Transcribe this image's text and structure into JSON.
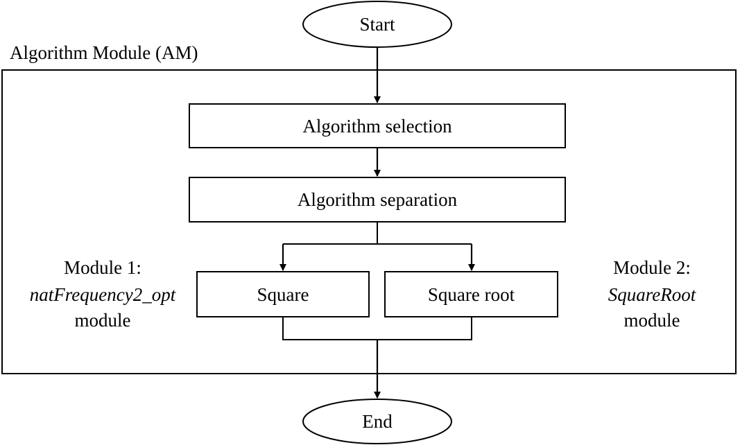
{
  "container": {
    "label": "Algorithm Module (AM)"
  },
  "nodes": {
    "start": "Start",
    "selection": "Algorithm selection",
    "separation": "Algorithm separation",
    "square": "Square",
    "square_root": "Square root",
    "end": "End"
  },
  "annotations": {
    "module1": {
      "title": "Module 1:",
      "name": "natFrequency2_opt",
      "suffix": "module"
    },
    "module2": {
      "title": "Module 2:",
      "name": "SquareRoot",
      "suffix": "module"
    }
  },
  "colors": {
    "stroke": "#000000",
    "background": "#ffffff"
  }
}
